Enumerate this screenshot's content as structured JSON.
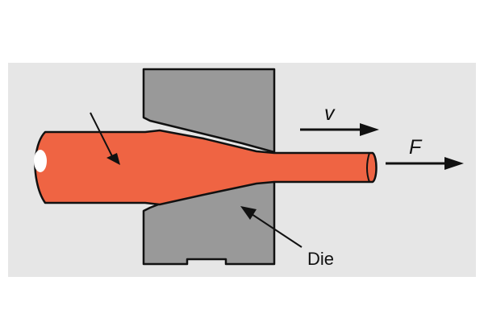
{
  "diagram": {
    "labels": {
      "velocity": "v",
      "force": "F",
      "die": "Die"
    },
    "colors": {
      "background_panel": "#e6e6e6",
      "die_fill": "#999999",
      "rod_fill": "#ef6443",
      "outline": "#111111"
    }
  }
}
